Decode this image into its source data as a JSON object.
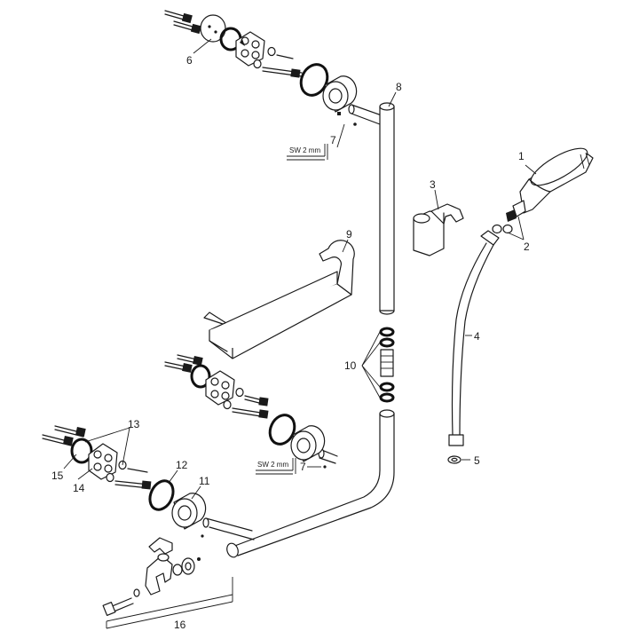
{
  "callouts": [
    {
      "id": "1",
      "text": "1"
    },
    {
      "id": "2",
      "text": "2"
    },
    {
      "id": "3",
      "text": "3"
    },
    {
      "id": "4",
      "text": "4"
    },
    {
      "id": "5",
      "text": "5"
    },
    {
      "id": "6",
      "text": "6"
    },
    {
      "id": "7a",
      "text": "7"
    },
    {
      "id": "7b",
      "text": "7"
    },
    {
      "id": "8",
      "text": "8"
    },
    {
      "id": "9",
      "text": "9"
    },
    {
      "id": "10",
      "text": "10"
    },
    {
      "id": "11",
      "text": "11"
    },
    {
      "id": "12",
      "text": "12"
    },
    {
      "id": "13",
      "text": "13"
    },
    {
      "id": "14",
      "text": "14"
    },
    {
      "id": "15",
      "text": "15"
    },
    {
      "id": "16",
      "text": "16"
    }
  ],
  "tool_labels": {
    "upper": "SW 2 mm",
    "lower": "SW 2 mm"
  }
}
